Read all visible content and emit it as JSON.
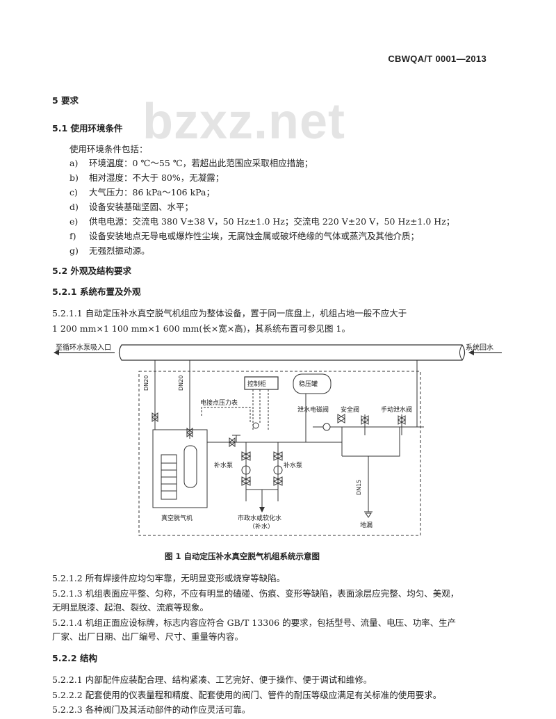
{
  "header": {
    "doc_code": "CBWQA/T 0001—2013"
  },
  "watermark": "bzxz.net",
  "section5": {
    "title": "5  要求",
    "s5_1": {
      "title": "5.1  使用环境条件",
      "intro": "使用环境条件包括：",
      "items": [
        {
          "label": "a)",
          "text": "环境温度：0 ℃～55 ℃，若超出此范围应采取相应措施；"
        },
        {
          "label": "b)",
          "text": "相对湿度：不大于 80%，无凝露；"
        },
        {
          "label": "c)",
          "text": "大气压力：86 kPa～106 kPa；"
        },
        {
          "label": "d)",
          "text": "设备安装基础坚固、水平；"
        },
        {
          "label": "e)",
          "text": "供电电源：交流电 380 V±38 V，50 Hz±1.0 Hz；交流电 220 V±20 V，50 Hz±1.0 Hz；"
        },
        {
          "label": "f)",
          "text": "设备安装地点无导电或爆炸性尘埃，无腐蚀金属或破坏绝缘的气体或蒸汽及其他介质；"
        },
        {
          "label": "g)",
          "text": "无强烈振动源。"
        }
      ]
    },
    "s5_2": {
      "title": "5.2  外观及结构要求",
      "s5_2_1": {
        "title": "5.2.1  系统布置及外观",
        "p1_line1": "5.2.1.1    自动定压补水真空脱气机组应为整体设备，置于同一底盘上，机组占地一般不应大于",
        "p1_line2": "1 200 mm×1 100 mm×1 600 mm(长×宽×高)，其系统布置可参见图 1。",
        "p2": "5.2.1.2    所有焊接件应均匀牢靠，无明显变形或烧穿等缺陷。",
        "p3_line1": "5.2.1.3    机组表面应平整、匀称，不应有明显的磕碰、伤痕、变形等缺陷，表面涂层应完整、均匀、美观，",
        "p3_line2": "无明显脱漆、起泡、裂纹、流痕等现象。",
        "p4_line1": "5.2.1.4    机组正面应设标牌，标志内容应符合 GB/T 13306 的要求，包括型号、流量、电压、功率、生产",
        "p4_line2": "厂家、出厂日期、出厂编号、尺寸、重量等内容。"
      },
      "s5_2_2": {
        "title": "5.2.2    结构",
        "p1": "5.2.2.1    内部配件应装配合理、结构紧凑、工艺完好、便于操作、便于调试和维修。",
        "p2": "5.2.2.2    配套使用的仪表量程和精度、配套使用的阀门、管件的耐压等级应满足有关标准的使用要求。",
        "p3": "5.2.2.3    各种阀门及其活动部件的动作应灵活可靠。"
      }
    }
  },
  "figure1": {
    "caption": "图 1    自动定压补水真空脱气机组系统示意图",
    "labels": {
      "left_outlet": "至循环水泵吸入口",
      "right_return": "系统回水",
      "control_cabinet": "控制柜",
      "surge_tank": "稳压罐",
      "contact_gauge": "电接点压力表",
      "drain_solenoid": "泄水电磁阀",
      "safety_valve": "安全阀",
      "manual_drain": "手动泄水阀",
      "pump_left": "补水泵",
      "pump_right": "补水泵",
      "dn20_a": "DN20",
      "dn20_b": "DN20",
      "dn15": "DN15",
      "degasser": "真空脱气机",
      "makeup_line1": "市政水或软化水",
      "makeup_line2": "（补水）",
      "floor_drain": "地漏"
    }
  }
}
